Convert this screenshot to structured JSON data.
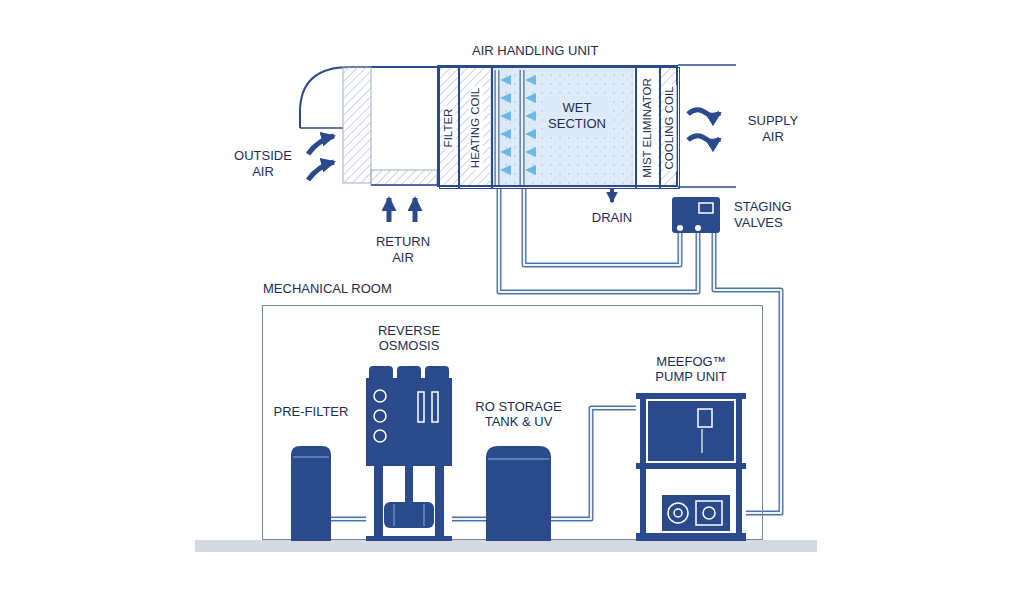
{
  "diagram": {
    "nodes": [
      {
        "text": [
          "AIR HANDLING UNIT"
        ]
      },
      {
        "text": [
          "FILTER"
        ],
        "in": 0
      },
      {
        "text": [
          "HEATING COIL"
        ],
        "in": 0
      },
      {
        "text": [
          "WET SECTION"
        ],
        "in": 0
      },
      {
        "text": [
          "MIST ELIMINATOR"
        ],
        "in": 0
      },
      {
        "text": [
          "COOLING COIL"
        ],
        "in": 0
      },
      {
        "text": [
          "STAGING VALVES"
        ]
      },
      {
        "text": [
          "MECHANICAL ROOM"
        ]
      },
      {
        "text": [
          "PRE-FILTER"
        ],
        "in": 7
      },
      {
        "text": [
          "REVERSE OSMOSIS"
        ],
        "in": 7
      },
      {
        "text": [
          "RO STORAGE TANK & UV"
        ],
        "in": 7
      },
      {
        "text": [
          "MEEFOG™ PUMP UNIT"
        ],
        "in": 7
      }
    ],
    "edges": [
      {
        "from": 8,
        "to": 9,
        "arrow": "none"
      },
      {
        "from": 9,
        "to": 10,
        "arrow": "none"
      },
      {
        "from": 10,
        "to": 11,
        "arrow": "none"
      },
      {
        "from": 11,
        "to": 6,
        "arrow": "none"
      },
      {
        "from": 6,
        "to": 3,
        "arrow": "none"
      },
      {
        "from": 6,
        "to": 3,
        "arrow": "none"
      }
    ],
    "labels": [
      "OUTSIDE AIR",
      "RETURN AIR",
      "SUPPLY AIR",
      "DRAIN"
    ]
  }
}
